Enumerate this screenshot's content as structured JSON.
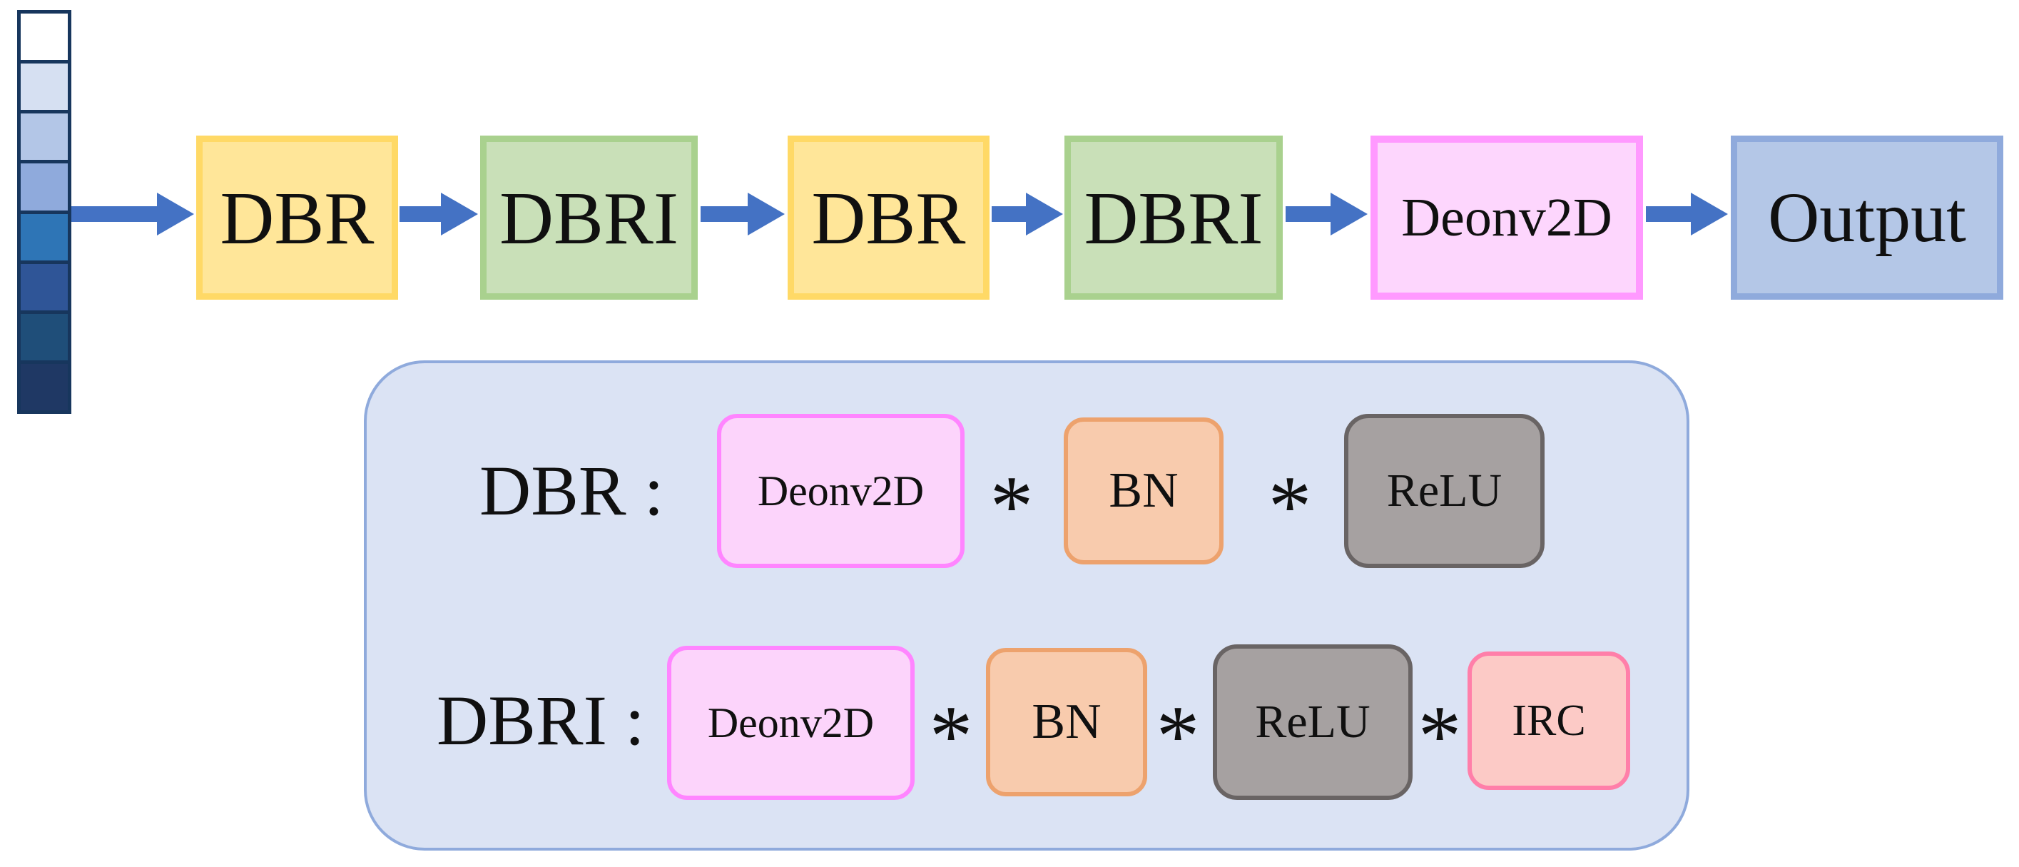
{
  "palette": {
    "arrow_blue": "#4472c4",
    "dbr_fill": "#ffe699",
    "dbr_border": "#ffd966",
    "dbri_fill": "#c9e0b8",
    "dbri_border": "#a9d18e",
    "deonv_fill": "#fdd6fd",
    "deonv_border": "#ff99ff",
    "output_fill": "#b4c7e7",
    "output_border": "#8faadc",
    "legend_fill": "#dbe3f4",
    "legend_border": "#8faadc",
    "bn_fill": "#f8cbad",
    "bn_border": "#eda26d",
    "relu_fill": "#a6a1a1",
    "relu_border": "#696464",
    "irc_fill": "#fccac6",
    "irc_border": "#ff7fa9",
    "colorbar_border": "#17365d"
  },
  "colorbar": {
    "cells": [
      "#ffffff",
      "#d6e0f2",
      "#b3c6e7",
      "#8faadc",
      "#2e75b6",
      "#2f5597",
      "#1f4e79",
      "#1f3864"
    ]
  },
  "flow": {
    "nodes": [
      {
        "label": "DBR"
      },
      {
        "label": "DBRI"
      },
      {
        "label": "DBR"
      },
      {
        "label": "DBRI"
      },
      {
        "label": "Deonv2D"
      },
      {
        "label": "Output"
      }
    ]
  },
  "legend": {
    "separator": "*",
    "rows": [
      {
        "label": "DBR :",
        "items": [
          {
            "label": "Deonv2D"
          },
          {
            "label": "BN"
          },
          {
            "label": "ReLU"
          }
        ]
      },
      {
        "label": "DBRI :",
        "items": [
          {
            "label": "Deonv2D"
          },
          {
            "label": "BN"
          },
          {
            "label": "ReLU"
          },
          {
            "label": "IRC"
          }
        ]
      }
    ]
  }
}
